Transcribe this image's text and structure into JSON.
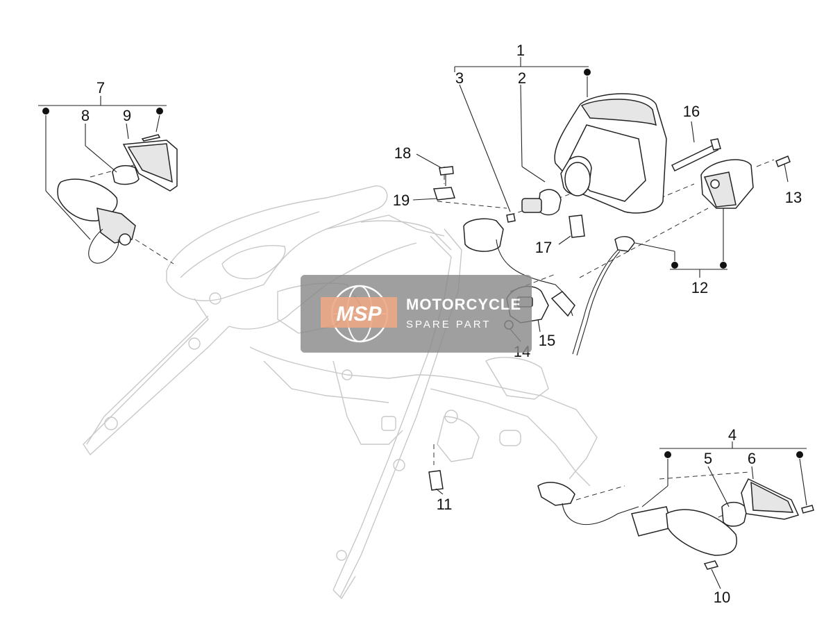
{
  "callouts": {
    "c1": "1",
    "c2": "2",
    "c3": "3",
    "c4": "4",
    "c5": "5",
    "c6": "6",
    "c7": "7",
    "c8": "8",
    "c9": "9",
    "c10": "10",
    "c11": "11",
    "c12": "12",
    "c13": "13",
    "c14": "14",
    "c15": "15",
    "c16": "16",
    "c17": "17",
    "c18": "18",
    "c19": "19"
  },
  "watermark": {
    "logo": "MSP",
    "line1": "MOTORCYCLE",
    "line2": "SPARE PART"
  },
  "colors": {
    "watermark_bg": "#8a8a8a",
    "watermark_logo": "#e8956a",
    "ghost_frame": "#c8c8c8",
    "ink": "#222222"
  }
}
